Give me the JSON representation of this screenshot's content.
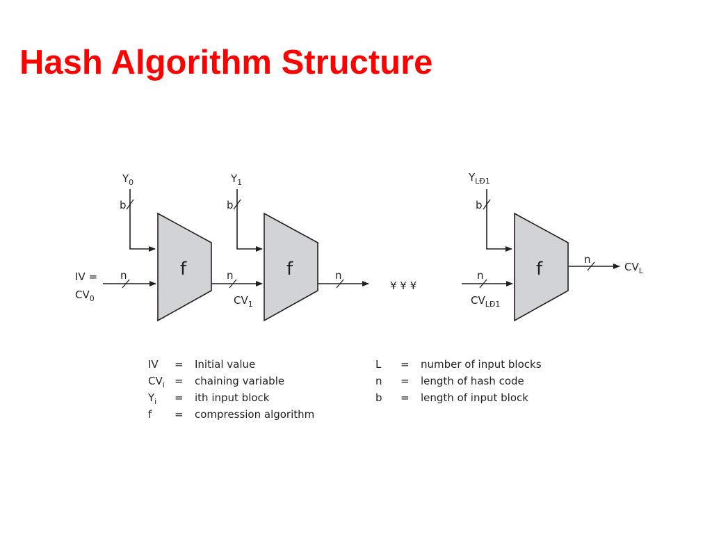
{
  "slide": {
    "title": "Hash Algorithm Structure"
  },
  "diagram": {
    "blocks": [
      {
        "input_base": "Y",
        "input_sub": "0",
        "width_label": "b",
        "function_label": "f",
        "chain_label": "n"
      },
      {
        "input_base": "Y",
        "input_sub": "1",
        "width_label": "b",
        "function_label": "f",
        "chain_label": "n"
      },
      {
        "input_base": "Y",
        "input_sub": "LĐ1",
        "width_label": "b",
        "function_label": "f",
        "chain_label": "n"
      }
    ],
    "initial": {
      "line1": "IV =",
      "line2_base": "CV",
      "line2_sub": "0"
    },
    "cv1": {
      "base": "CV",
      "sub": "1"
    },
    "cv_last_in": {
      "base": "CV",
      "sub": "LĐ1"
    },
    "output": {
      "width_label": "n",
      "base": "CV",
      "sub": "L"
    },
    "after_block2_width": "n",
    "ellipsis": "¥ ¥ ¥"
  },
  "legend": {
    "left": [
      {
        "term_base": "IV",
        "term_sub": "",
        "eq": "=",
        "desc": "Initial value"
      },
      {
        "term_base": "CV",
        "term_sub": "i",
        "eq": "=",
        "desc": "chaining variable"
      },
      {
        "term_base": "Y",
        "term_sub": "i",
        "eq": "=",
        "desc": "ith input block"
      },
      {
        "term_base": "f",
        "term_sub": "",
        "eq": "=",
        "desc": "compression algorithm"
      }
    ],
    "right": [
      {
        "term": "L",
        "eq": "=",
        "desc": "number of input blocks"
      },
      {
        "term": "n",
        "eq": "=",
        "desc": "length of hash code"
      },
      {
        "term": "b",
        "eq": "=",
        "desc": "length of input block"
      }
    ]
  }
}
